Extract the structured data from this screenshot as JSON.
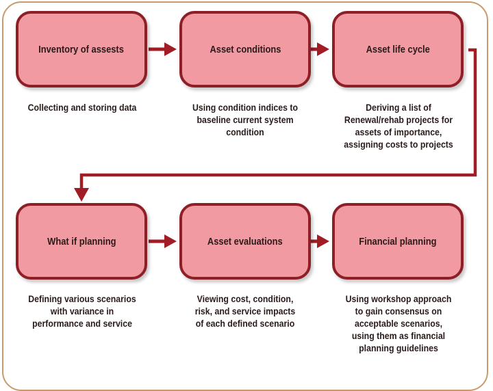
{
  "steps": [
    {
      "title": "Inventory of assests",
      "description": "Collecting and storing data"
    },
    {
      "title": "Asset conditions",
      "description": "Using condition indices to\nbaseline current system\ncondition"
    },
    {
      "title": "Asset life cycle",
      "description": "Deriving a list of\nRenewal/rehab projects for\nassets of importance,\nassigning costs to projects"
    },
    {
      "title": "What if planning",
      "description": "Defining various scenarios\nwith variance in\nperformance and service"
    },
    {
      "title": "Asset evaluations",
      "description": "Viewing cost, condition,\nrisk, and service impacts\nof each defined scenario"
    },
    {
      "title": "Financial planning",
      "description": "Using workshop approach\nto gain consensus on\nacceptable scenarios,\nusing them as financial\nplanning guidelines"
    }
  ],
  "colors": {
    "box_fill": "#f19aa2",
    "box_border": "#8e1f26",
    "arrow": "#a01d26",
    "frame": "#c89a6e"
  }
}
